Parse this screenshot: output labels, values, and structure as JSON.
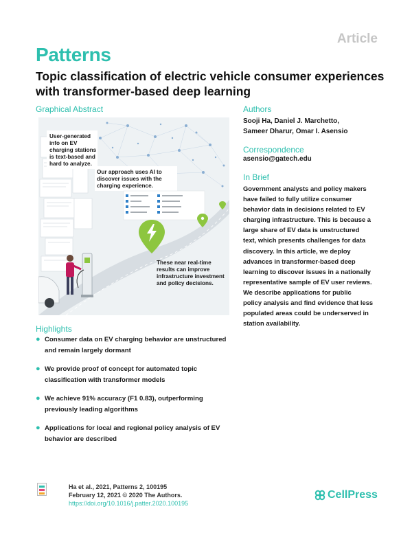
{
  "header": {
    "article_label": "Article",
    "journal": "Patterns",
    "title": "Topic classification of electric vehicle consumer experiences with transformer-based deep learning"
  },
  "graphical_abstract": {
    "heading": "Graphical Abstract",
    "callout_1": [
      "User-generated",
      "info on EV",
      "charging stations",
      "is text-based and",
      "hard to analyze."
    ],
    "callout_2": [
      "Our approach uses AI to",
      "discover issues with the",
      "charging experience."
    ],
    "callout_3": [
      "These near real-time",
      "results can improve",
      "infrastructure investment",
      "and policy decisions."
    ]
  },
  "authors": {
    "heading": "Authors",
    "lines": [
      "Sooji Ha, Daniel J. Marchetto,",
      "Sameer Dharur, Omar I. Asensio"
    ]
  },
  "correspondence": {
    "heading": "Correspondence",
    "email": "asensio@gatech.edu"
  },
  "in_brief": {
    "heading": "In Brief",
    "lines": [
      "Government analysts and policy makers",
      "have failed to fully utilize consumer",
      "behavior data in decisions related to EV",
      "charging infrastructure. This is because a",
      "large share of EV data is unstructured",
      "text, which presents challenges for data",
      "discovery. In this article, we deploy",
      "advances in transformer-based deep",
      "learning to discover issues in a nationally",
      "representative sample of EV user reviews.",
      "We describe applications for public",
      "policy analysis and find evidence that less",
      "populated areas could be underserved in",
      "station availability."
    ]
  },
  "highlights": {
    "heading": "Highlights",
    "items": [
      [
        "Consumer data on EV charging behavior are unstructured",
        "and remain largely dormant"
      ],
      [
        "We provide proof of concept for automated topic",
        "classification with transformer models"
      ],
      [
        "We achieve 91% accuracy (F1 0.83), outperforming",
        "previously leading algorithms"
      ],
      [
        "Applications for local and regional policy analysis of EV",
        "behavior are described"
      ]
    ]
  },
  "citation": {
    "line1": "Ha et al., 2021, Patterns 2, 100195",
    "line2": "February 12, 2021 © 2020 The Authors.",
    "doi": "https://doi.org/10.1016/j.patter.2020.100195"
  },
  "publisher": {
    "name": "CellPress"
  },
  "colors": {
    "accent": "#2dbfae",
    "marker_green": "#8dc63f",
    "person_shirt": "#c2185b"
  },
  "icons": [
    "bolt-icon",
    "location-pin-icon",
    "cellpress-logo-icon",
    "journal-thumbnail-icon"
  ]
}
